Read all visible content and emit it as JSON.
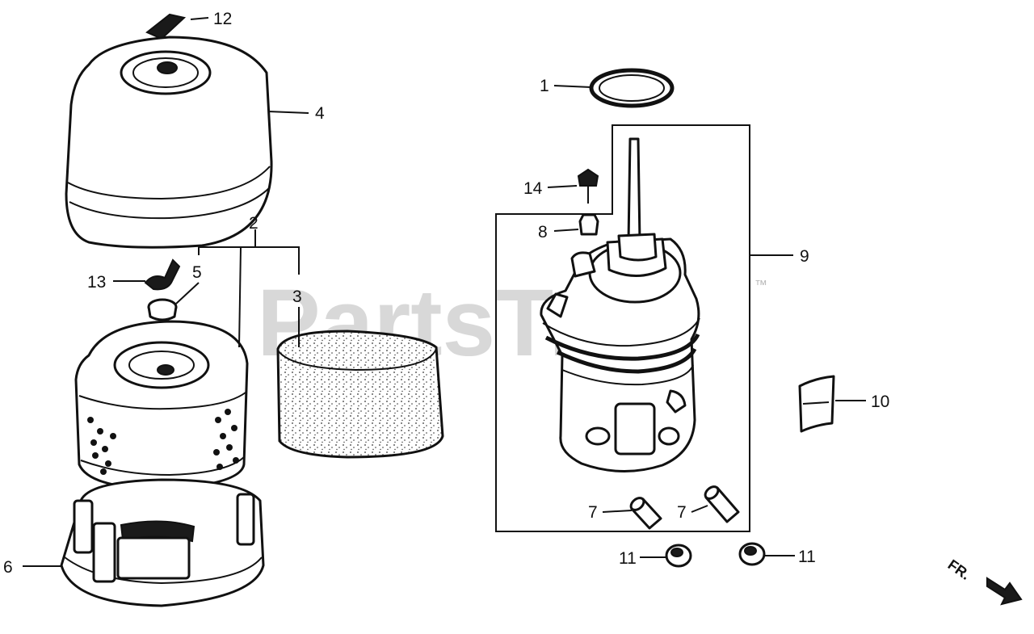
{
  "watermark": {
    "text": "PartsTree",
    "trademark": "™"
  },
  "direction_label": "FR.",
  "callouts": [
    {
      "id": "1",
      "label": "1"
    },
    {
      "id": "2",
      "label": "2"
    },
    {
      "id": "3",
      "label": "3"
    },
    {
      "id": "4",
      "label": "4"
    },
    {
      "id": "5",
      "label": "5"
    },
    {
      "id": "6",
      "label": "6"
    },
    {
      "id": "7a",
      "label": "7"
    },
    {
      "id": "7b",
      "label": "7"
    },
    {
      "id": "8",
      "label": "8"
    },
    {
      "id": "9",
      "label": "9"
    },
    {
      "id": "10",
      "label": "10"
    },
    {
      "id": "11a",
      "label": "11"
    },
    {
      "id": "11b",
      "label": "11"
    },
    {
      "id": "12",
      "label": "12"
    },
    {
      "id": "13",
      "label": "13"
    },
    {
      "id": "14",
      "label": "14"
    }
  ]
}
